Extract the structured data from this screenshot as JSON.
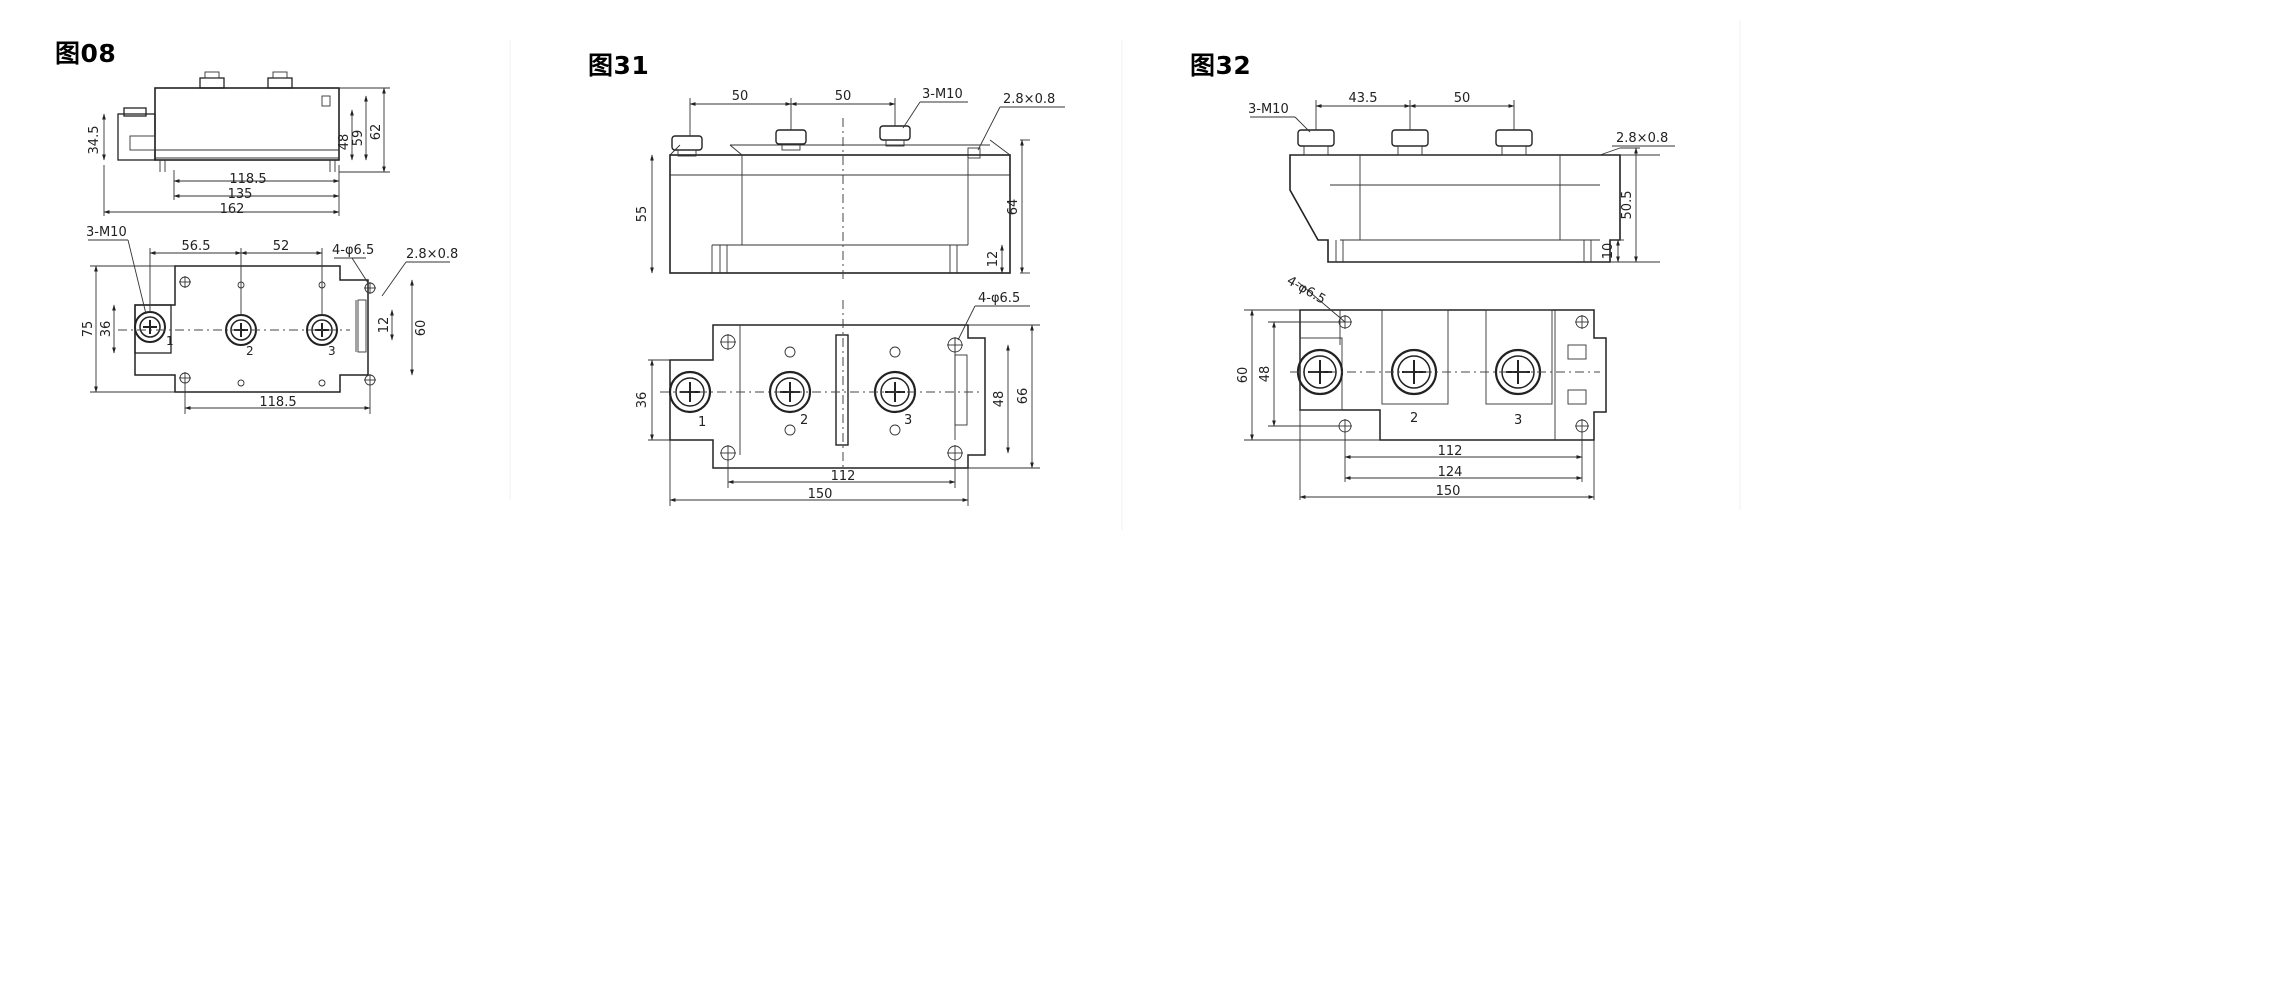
{
  "figures": [
    {
      "title": "图08",
      "side_dims": [
        "34.5",
        "48",
        "59",
        "62"
      ],
      "bottom_dims": [
        "118.5",
        "135",
        "162"
      ],
      "plan_dims": {
        "spacing": [
          "56.5",
          "52"
        ],
        "thread": "3-M10",
        "holes": "4-φ6.5",
        "tab": "2.8×0.8",
        "vertical": [
          "75",
          "36"
        ],
        "right": [
          "12",
          "60"
        ],
        "base": "118.5"
      },
      "terminals": [
        "1",
        "2",
        "3"
      ]
    },
    {
      "title": "图31",
      "top_dims": [
        "50",
        "50"
      ],
      "thread": "3-M10",
      "tab": "2.8×0.8",
      "side_dims": [
        "55",
        "64",
        "12"
      ],
      "holes": "4-φ6.5",
      "plan_dims": {
        "left": "36",
        "right": [
          "48",
          "66"
        ],
        "bottom": [
          "112",
          "150"
        ]
      },
      "terminals": [
        "1",
        "2",
        "3"
      ]
    },
    {
      "title": "图32",
      "top_dims": [
        "43.5",
        "50"
      ],
      "thread": "3-M10",
      "tab": "2.8×0.8",
      "side_dims": [
        "50.5",
        "10"
      ],
      "holes": "4-φ6.5",
      "plan_dims": {
        "left": [
          "60",
          "48"
        ],
        "bottom": [
          "112",
          "124",
          "150"
        ]
      },
      "terminals": [
        "2",
        "3"
      ]
    }
  ]
}
